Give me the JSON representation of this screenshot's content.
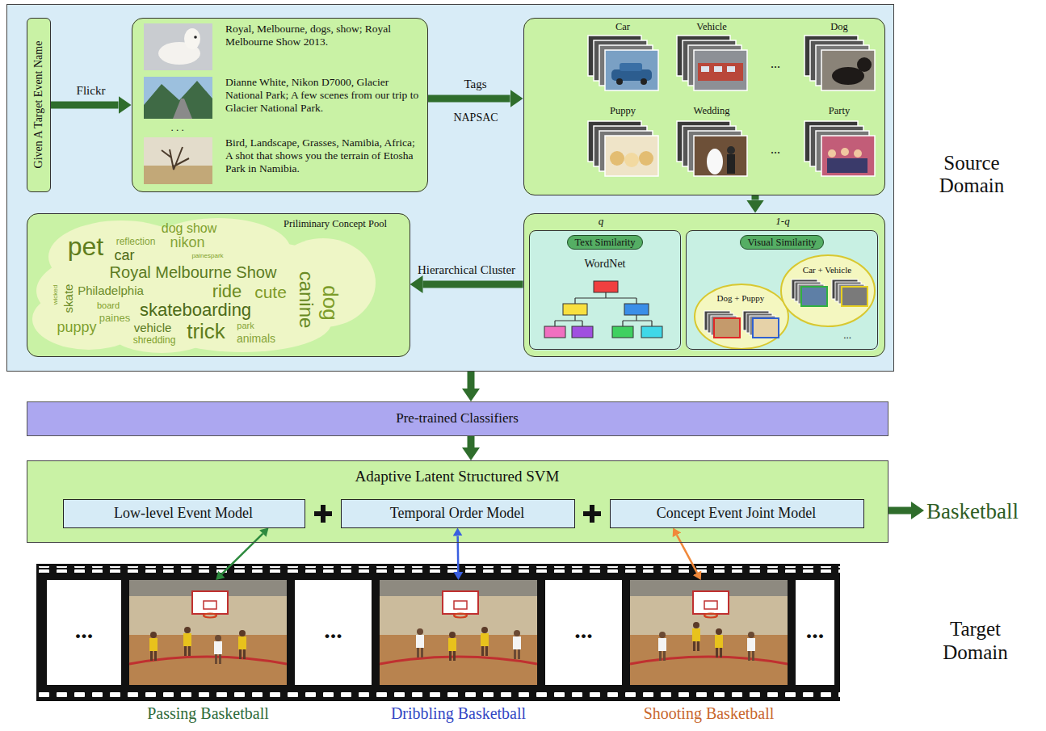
{
  "diagram": {
    "nodes": [
      {
        "text": [
          "Source Domain"
        ]
      },
      {
        "text": [
          "Given A Target Event Name"
        ],
        "in": 0
      },
      {
        "text": [
          "Royal, Melbourne, dogs, show; Royal Melbourne Show 2013.",
          "Dianne White, Nikon D7000, Glacier National Park; A few scenes from our trip to Glacier National Park.",
          ". . .",
          "Bird, Landscape, Grasses, Namibia, Africa; A shot that shows you the terrain of Etosha Park in Namibia."
        ],
        "in": 0
      },
      {
        "text": [
          "Car",
          "Vehicle",
          "...",
          "Dog",
          "Puppy",
          "Wedding",
          "...",
          "Party"
        ],
        "in": 0
      },
      {
        "text": [
          "q",
          "1-q"
        ],
        "in": 0
      },
      {
        "text": [
          "Text Similarity",
          "WordNet"
        ],
        "in": 4
      },
      {
        "text": [
          "Visual Similarity",
          "Car + Vehicle",
          "Dog + Puppy",
          "..."
        ],
        "in": 4
      },
      {
        "text": [
          "Priliminary Concept Pool",
          "dog show",
          "pet",
          "reflection",
          "nikon",
          "car",
          "painespark",
          "Royal Melbourne Show",
          "Philadelphia",
          "ride",
          "cute",
          "canine",
          "dog",
          "wicked",
          "skate",
          "board",
          "skateboarding",
          "paines",
          "puppy",
          "vehicle",
          "trick",
          "park",
          "animals",
          "shredding"
        ],
        "in": 0
      },
      {
        "text": [
          "Pre-trained Classifiers"
        ]
      },
      {
        "text": [
          "Adaptive Latent Structured SVM"
        ]
      },
      {
        "text": [
          "Low-level Event Model"
        ],
        "in": 9
      },
      {
        "text": [
          "Temporal Order Model"
        ],
        "in": 9
      },
      {
        "text": [
          "Concept Event Joint Model"
        ],
        "in": 9
      },
      {
        "text": [
          "Basketball"
        ]
      },
      {
        "text": [
          "Passing Basketball"
        ]
      },
      {
        "text": [
          "Dribbling Basketball"
        ]
      },
      {
        "text": [
          "Shooting Basketball"
        ]
      }
    ],
    "edges": [
      {
        "from": 1,
        "to": 2,
        "arrow": "to",
        "label": "Flickr"
      },
      {
        "from": 2,
        "to": 3,
        "arrow": "to",
        "label": "Tags"
      },
      {
        "from": 3,
        "to": 4,
        "arrow": "to"
      },
      {
        "from": 4,
        "to": 7,
        "arrow": "to",
        "label": "Hierarchical Cluster"
      },
      {
        "from": 0,
        "to": 8,
        "arrow": "to"
      },
      {
        "from": 8,
        "to": 9,
        "arrow": "to"
      },
      {
        "from": 9,
        "to": 13,
        "arrow": "to"
      },
      {
        "from": 10,
        "to": 14,
        "arrow": "both"
      },
      {
        "from": 11,
        "to": 15,
        "arrow": "both"
      },
      {
        "from": 12,
        "to": 16,
        "arrow": "both"
      }
    ],
    "labels": [
      "NAPSAC",
      "Target Domain",
      "...",
      "...",
      "...",
      "..."
    ]
  }
}
